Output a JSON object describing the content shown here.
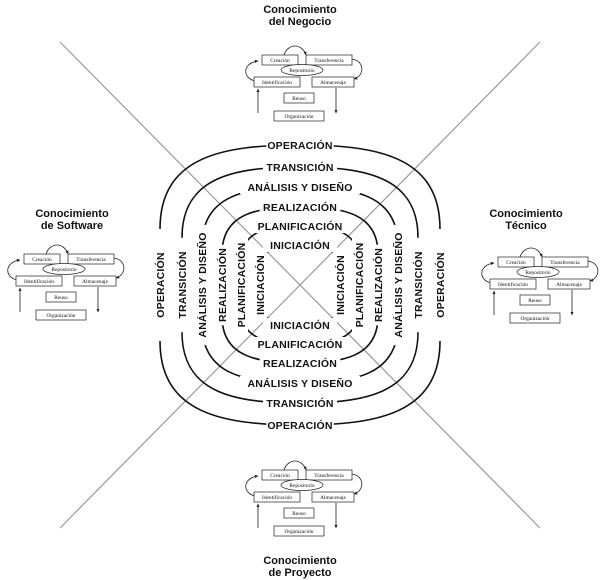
{
  "titles": {
    "top": [
      "Conocimiento",
      "del Negocio"
    ],
    "left": [
      "Conocimiento",
      "de Software"
    ],
    "right": [
      "Conocimiento",
      "Técnico"
    ],
    "bottom": [
      "Conocimiento",
      "de Proyecto"
    ]
  },
  "phases": [
    "INICIACIÓN",
    "PLANIFICACIÓN",
    "REALIZACIÓN",
    "ANÁLISIS Y DISEÑO",
    "TRANSICIÓN",
    "OPERACIÓN"
  ],
  "cycle": {
    "creation": "Creación",
    "transfer": "Transferencia",
    "repository": "Repositorio",
    "identification": "Identificación",
    "storage": "Almacenaje",
    "reuse": "Reuso",
    "organization": "Organización"
  }
}
